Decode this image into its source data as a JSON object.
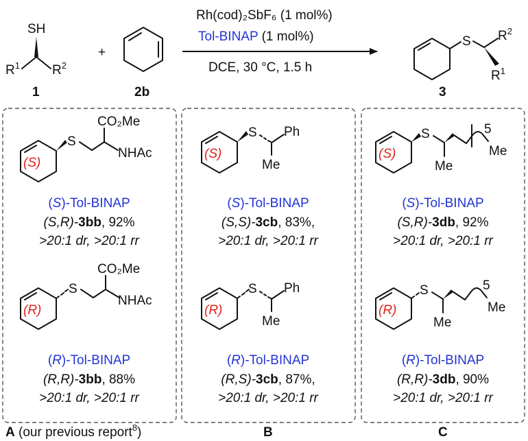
{
  "scheme": {
    "catalyst": "Rh(cod)₂SbF₆ (1 mol%)",
    "ligand": "Tol-BINAP",
    "ligand_loading": " (1 mol%)",
    "conditions": "DCE, 30 °C, 1.5 h",
    "plus": "+",
    "label_1": "1",
    "label_2b": "2b",
    "label_3": "3",
    "SH": "SH",
    "S": "S",
    "R1": "R",
    "R2": "R",
    "sup1": "1",
    "sup2": "2"
  },
  "panels": [
    {
      "id": "A",
      "letter": "A",
      "caption_rest": " (our previous report",
      "caption_sup": "8",
      "caption_close": ")",
      "substituents": [
        "CO₂Me",
        "NHAc"
      ],
      "entries": [
        {
          "stereo_center": "(S)",
          "ligand_open": "(",
          "ligand_config": "S",
          "ligand_rest": ")-Tol-BINAP",
          "product": "(S,R)-",
          "product_id": "3bb",
          "yield": ", 92%",
          "selectivity": ">20:1 dr, >20:1 rr"
        },
        {
          "stereo_center": "(R)",
          "ligand_open": "(",
          "ligand_config": "R",
          "ligand_rest": ")-Tol-BINAP",
          "product": "(R,R)-",
          "product_id": "3bb",
          "yield": ", 88%",
          "selectivity": ">20:1 dr, >20:1 rr"
        }
      ]
    },
    {
      "id": "B",
      "letter": "B",
      "substituents": [
        "Ph",
        "Me"
      ],
      "entries": [
        {
          "stereo_center": "(S)",
          "ligand_open": "(",
          "ligand_config": "S",
          "ligand_rest": ")-Tol-BINAP",
          "product": "(S,S)-",
          "product_id": "3cb",
          "yield": ", 83%,",
          "selectivity": ">20:1 dr, >20:1 rr"
        },
        {
          "stereo_center": "(R)",
          "ligand_open": "(",
          "ligand_config": "R",
          "ligand_rest": ")-Tol-BINAP",
          "product": "(R,S)-",
          "product_id": "3cb",
          "yield": ", 87%,",
          "selectivity": ">20:1 dr, >20:1 rr"
        }
      ]
    },
    {
      "id": "C",
      "letter": "C",
      "substituents": [
        "Me",
        "Me",
        "5"
      ],
      "entries": [
        {
          "stereo_center": "(S)",
          "ligand_open": "(",
          "ligand_config": "S",
          "ligand_rest": ")-Tol-BINAP",
          "product": "(S,R)-",
          "product_id": "3db",
          "yield": ", 92%",
          "selectivity": ">20:1 dr, >20:1 rr"
        },
        {
          "stereo_center": "(R)",
          "ligand_open": "(",
          "ligand_config": "R",
          "ligand_rest": ")-Tol-BINAP",
          "product": "(R,R)-",
          "product_id": "3db",
          "yield": ", 90%",
          "selectivity": ">20:1 dr, >20:1 rr"
        }
      ]
    }
  ]
}
